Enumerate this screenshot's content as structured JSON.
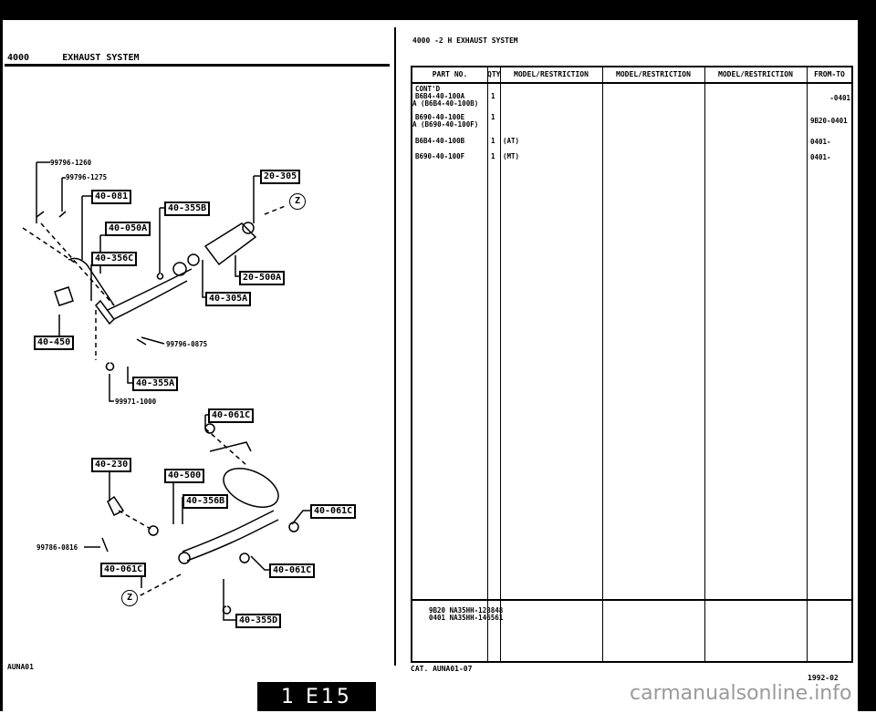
{
  "left_page": {
    "code": "4000",
    "title": "EXHAUST SYSTEM",
    "footer_code": "AUNA01",
    "callouts": [
      "20-305",
      "40-081",
      "40-355B",
      "40-050A",
      "40-356C",
      "20-500A",
      "40-305A",
      "40-450",
      "40-355A",
      "40-061C",
      "40-230",
      "40-500",
      "40-356B",
      "40-061C",
      "40-061C",
      "40-061C",
      "40-355D"
    ],
    "part_numbers": [
      "99796-1260",
      "99796-1275",
      "99796-0875",
      "99971-1000",
      "99786-0816"
    ],
    "circle_label": "Z"
  },
  "right_page": {
    "header": "4000 -2 H EXHAUST SYSTEM",
    "columns": [
      "PART NO.",
      "QTY",
      "MODEL/RESTRICTION",
      "MODEL/RESTRICTION",
      "MODEL/RESTRICTION",
      "FROM-TO"
    ],
    "rows": [
      {
        "part": "CONT'D",
        "qty": "",
        "model": "",
        "from_to": ""
      },
      {
        "part": "B6B4-40-100A",
        "qty": "1",
        "model": "",
        "from_to": "-0401"
      },
      {
        "part": "A (B6B4-40-100B)",
        "qty": "",
        "model": "",
        "from_to": ""
      },
      {
        "part": "B690-40-100E",
        "qty": "1",
        "model": "",
        "from_to": "9B20-0401"
      },
      {
        "part": "A (B690-40-100F)",
        "qty": "",
        "model": "",
        "from_to": ""
      },
      {
        "part": "B6B4-40-100B",
        "qty": "1",
        "model": "(AT)",
        "from_to": "0401-"
      },
      {
        "part": "B690-40-100F",
        "qty": "1",
        "model": "(MT)",
        "from_to": "0401-"
      }
    ],
    "notes": [
      "9B20 NA35HH-128848",
      "0401 NA35HH-146561"
    ],
    "catalog": "CAT. AUNA01-07",
    "date": "1992-02"
  },
  "page_label": "1 E15",
  "watermark": "carmanualsonline.info"
}
